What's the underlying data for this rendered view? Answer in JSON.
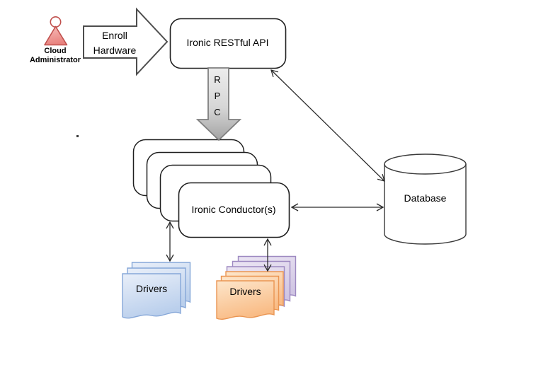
{
  "diagram": {
    "nodes": {
      "actor": {
        "label": "Cloud Administrator"
      },
      "enroll_arrow": {
        "label": "Enroll\nHardware"
      },
      "api": {
        "label": "Ironic RESTful API"
      },
      "rpc_arrow": {
        "label": "R\nP\nC"
      },
      "conductor": {
        "label": "Ironic Conductor(s)"
      },
      "database": {
        "label": "Database"
      },
      "drivers_blue": {
        "label": "Drivers"
      },
      "drivers_orange": {
        "label": "Drivers"
      }
    },
    "connectors": [
      {
        "from": "actor",
        "to": "api",
        "style": "block-arrow",
        "label": "Enroll Hardware"
      },
      {
        "from": "api",
        "to": "conductor",
        "style": "block-arrow",
        "label": "RPC"
      },
      {
        "from": "api",
        "to": "database",
        "style": "double-headed-line"
      },
      {
        "from": "conductor",
        "to": "database",
        "style": "double-headed-line"
      },
      {
        "from": "conductor",
        "to": "drivers_blue",
        "style": "double-headed-line"
      },
      {
        "from": "conductor",
        "to": "drivers_orange",
        "style": "double-headed-line"
      }
    ],
    "colors": {
      "actor_fill_top": "#F7B8B5",
      "actor_fill_bottom": "#E8837F",
      "actor_border": "#C0504D",
      "block_arrow_border": "#4D4D4D",
      "rpc_fill_top": "#ECECEC",
      "rpc_fill_bottom": "#A3A3A3",
      "rpc_border": "#7F7F7F",
      "box_border": "#1F1F1F",
      "blue_doc_fill": "#CBDBF1",
      "blue_doc_border": "#86A7D8",
      "purple_doc_fill": "#DDD3E9",
      "purple_doc_border": "#9D89C1",
      "orange_doc_fill": "#FBD2A4",
      "orange_doc_border": "#EA9552",
      "connector": "#2B2B2B"
    }
  }
}
